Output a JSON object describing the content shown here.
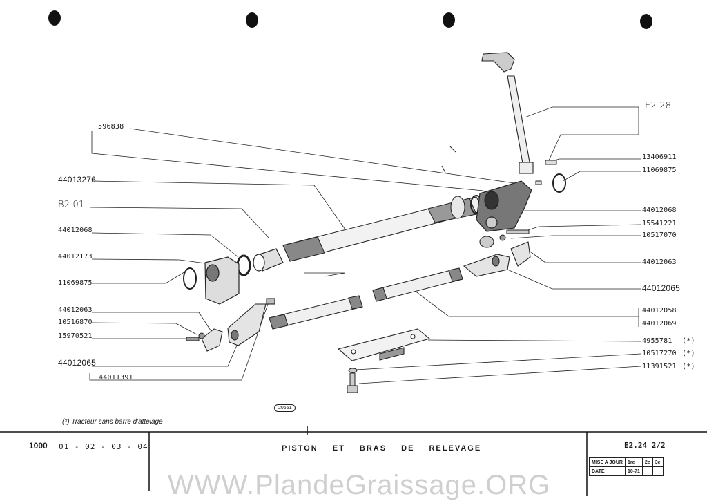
{
  "labels": {
    "l596838": "596838",
    "l44013276": "44013276",
    "lB201": "B2.01",
    "l44012068a": "44012068",
    "l44012173": "44012173",
    "l11069875a": "11069875",
    "l44012063a": "44012063",
    "l10516870": "10516870",
    "l15970521": "15970521",
    "l44012065a": "44012065",
    "l44011391": "44011391",
    "lE228": "E2.28",
    "l13406911": "13406911",
    "l11069875b": "11069875",
    "l44012068b": "44012068",
    "l15541221": "15541221",
    "l10517070": "10517070",
    "l44012063b": "44012063",
    "l44012065b": "44012065",
    "l44012058": "44012058",
    "l44012069": "44012069",
    "l4955781": "4955781",
    "l10517270": "10517270",
    "l11391521": "11391521",
    "star1": "(*)",
    "star2": "(*)",
    "star3": "(*)"
  },
  "stamp": "20651",
  "footnote": "(*) Tracteur sans barre d'attelage",
  "title_block": {
    "model": "1000",
    "variants": "01 - 02 - 03 - 04",
    "title": "PISTON ET BRAS DE RELEVAGE",
    "ref": "E2.24 2/2",
    "rev_head": [
      "MISE A JOUR",
      "1re",
      "2e",
      "3e"
    ],
    "rev_date": [
      "DATE",
      "10-71",
      "",
      ""
    ]
  },
  "watermark": "WWW.PlandeGraissage.ORG"
}
